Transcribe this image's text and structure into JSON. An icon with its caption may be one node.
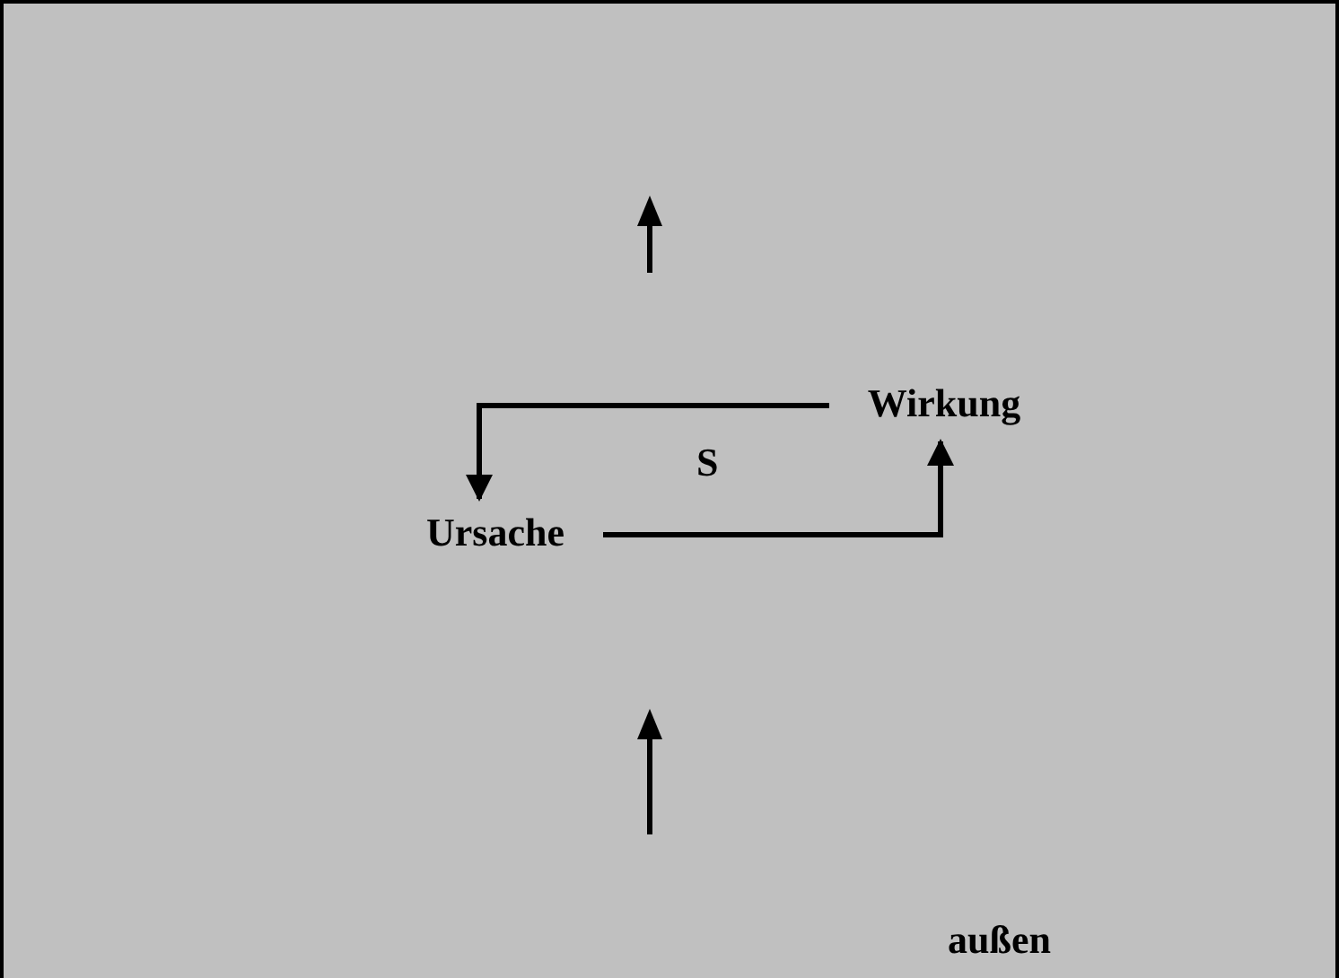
{
  "diagram": {
    "nodes": [
      {
        "text": [
          "Wirkung"
        ]
      },
      {
        "text": [
          "Ursache"
        ]
      }
    ],
    "edges": [
      {
        "from": 0,
        "to": 1,
        "arrow": "to"
      },
      {
        "from": 1,
        "to": 0,
        "arrow": "to"
      }
    ],
    "labels": [
      "S",
      "außen"
    ]
  }
}
